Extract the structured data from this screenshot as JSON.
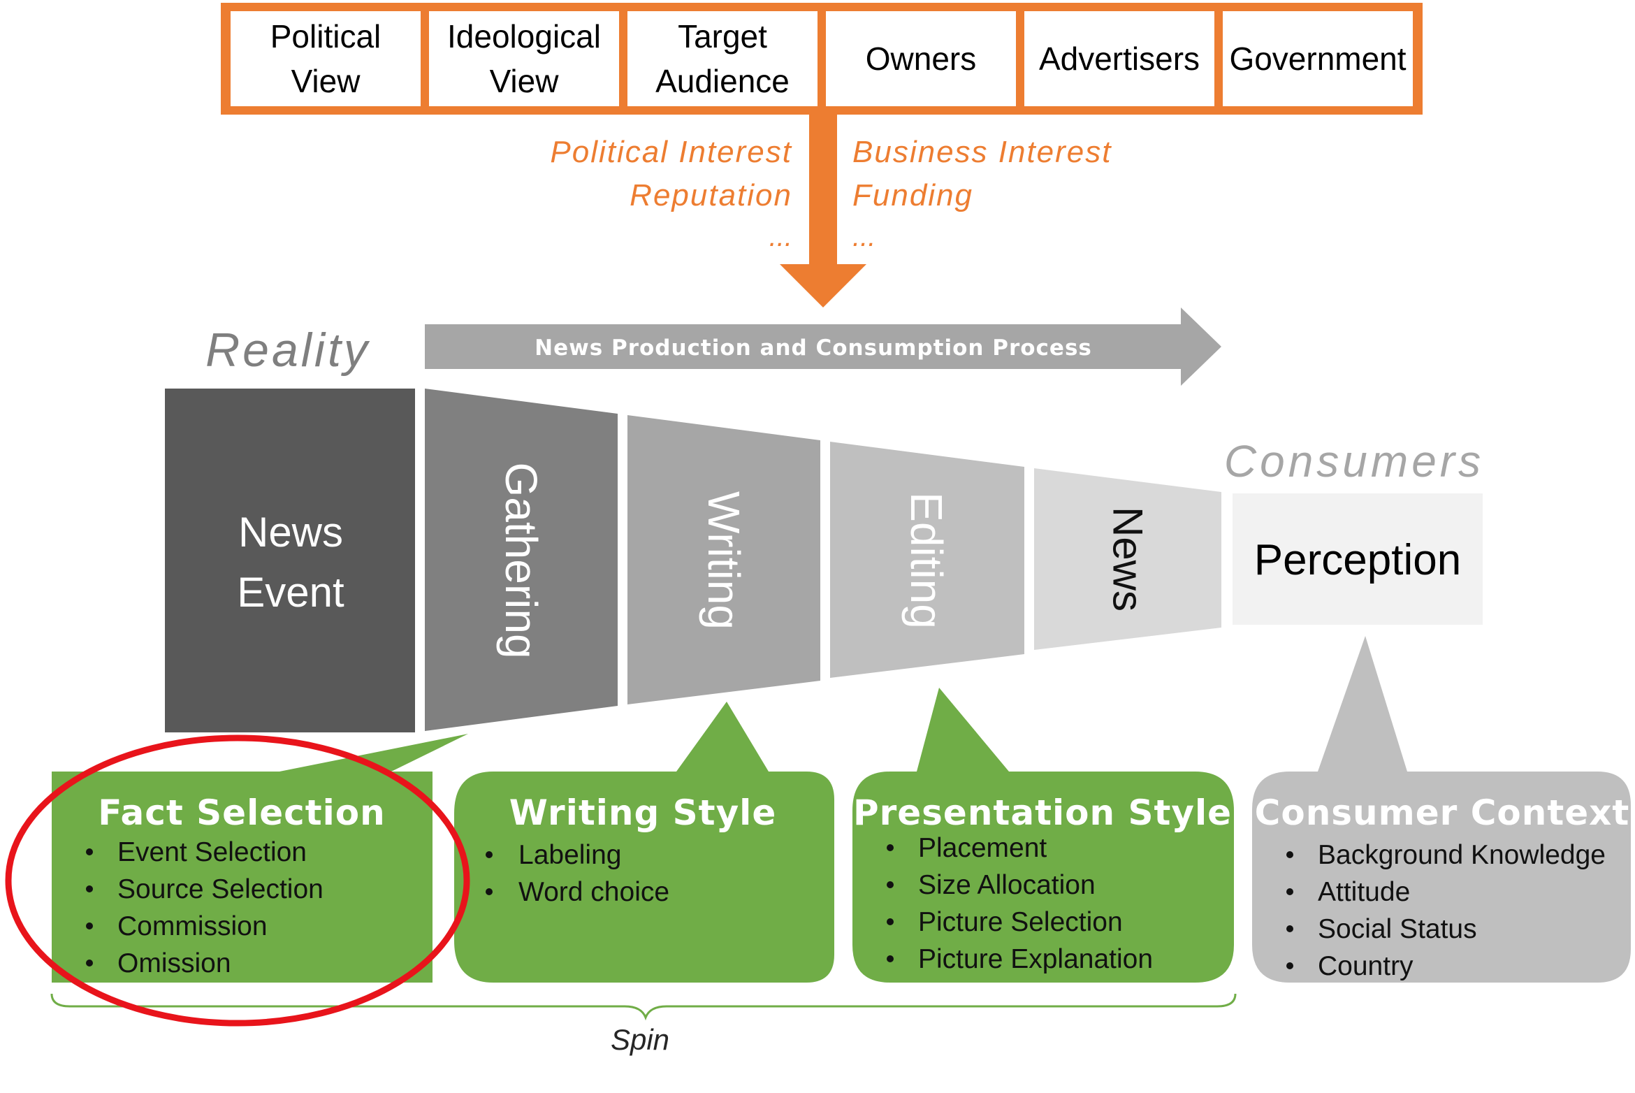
{
  "influences": {
    "boxes": [
      {
        "lines": [
          "Political",
          "View"
        ]
      },
      {
        "lines": [
          "Ideological",
          "View"
        ]
      },
      {
        "lines": [
          "Target",
          "Audience"
        ]
      },
      {
        "lines": [
          "Owners"
        ]
      },
      {
        "lines": [
          "Advertisers"
        ]
      },
      {
        "lines": [
          "Government"
        ]
      }
    ],
    "left_interests": [
      "Political Interest",
      "Reputation",
      "..."
    ],
    "right_interests": [
      "Business Interest",
      "Funding",
      "..."
    ]
  },
  "process": {
    "arrow_label": "News Production and Consumption Process",
    "reality_label": "Reality",
    "consumers_label": "Consumers",
    "news_event": [
      "News",
      "Event"
    ],
    "stages": [
      "Gathering",
      "Writing",
      "Editing",
      "News"
    ],
    "perception": "Perception"
  },
  "callouts": [
    {
      "title": "Fact Selection",
      "items": [
        "Event Selection",
        "Source Selection",
        "Commission",
        "Omission"
      ]
    },
    {
      "title": "Writing Style",
      "items": [
        "Labeling",
        "Word choice"
      ]
    },
    {
      "title": "Presentation Style",
      "items": [
        "Placement",
        "Size Allocation",
        "Picture Selection",
        "Picture Explanation"
      ]
    },
    {
      "title": "Consumer Context",
      "items": [
        "Background Knowledge",
        "Attitude",
        "Social Status",
        "Country"
      ]
    }
  ],
  "spin_label": "Spin",
  "colors": {
    "orange": "#ED7D31",
    "green": "#70AD47",
    "consumer_gray": "#BFBFBF",
    "highlight_red": "#E8141B",
    "news_event": "#595959",
    "gathering": "#808080",
    "writing": "#A6A6A6",
    "editing": "#BFBFBF",
    "news": "#D9D9D9",
    "perception": "#F2F2F2"
  }
}
